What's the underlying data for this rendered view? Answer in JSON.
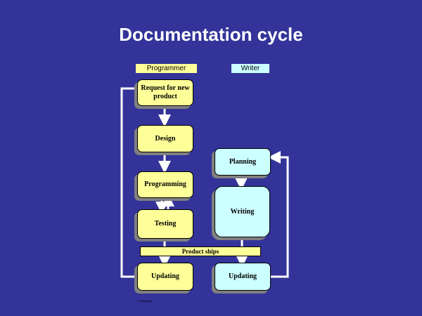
{
  "title": "Documentation cycle",
  "legend": {
    "programmer": {
      "label": "Programmer",
      "color": "#ffff99"
    },
    "writer": {
      "label": "Writer",
      "color": "#ccffff"
    }
  },
  "programmer_steps": {
    "request": "Request for new product",
    "design": "Design",
    "programming": "Programming",
    "testing": "Testing",
    "updating": "Updating"
  },
  "writer_steps": {
    "planning": "Planning",
    "writing": "Writing",
    "updating": "Updating"
  },
  "milestone": "Product ships",
  "footnote": "© (illegible)",
  "colors": {
    "background": "#333399",
    "programmer": "#ffff99",
    "writer": "#ccffff",
    "connector": "#ffffff"
  }
}
